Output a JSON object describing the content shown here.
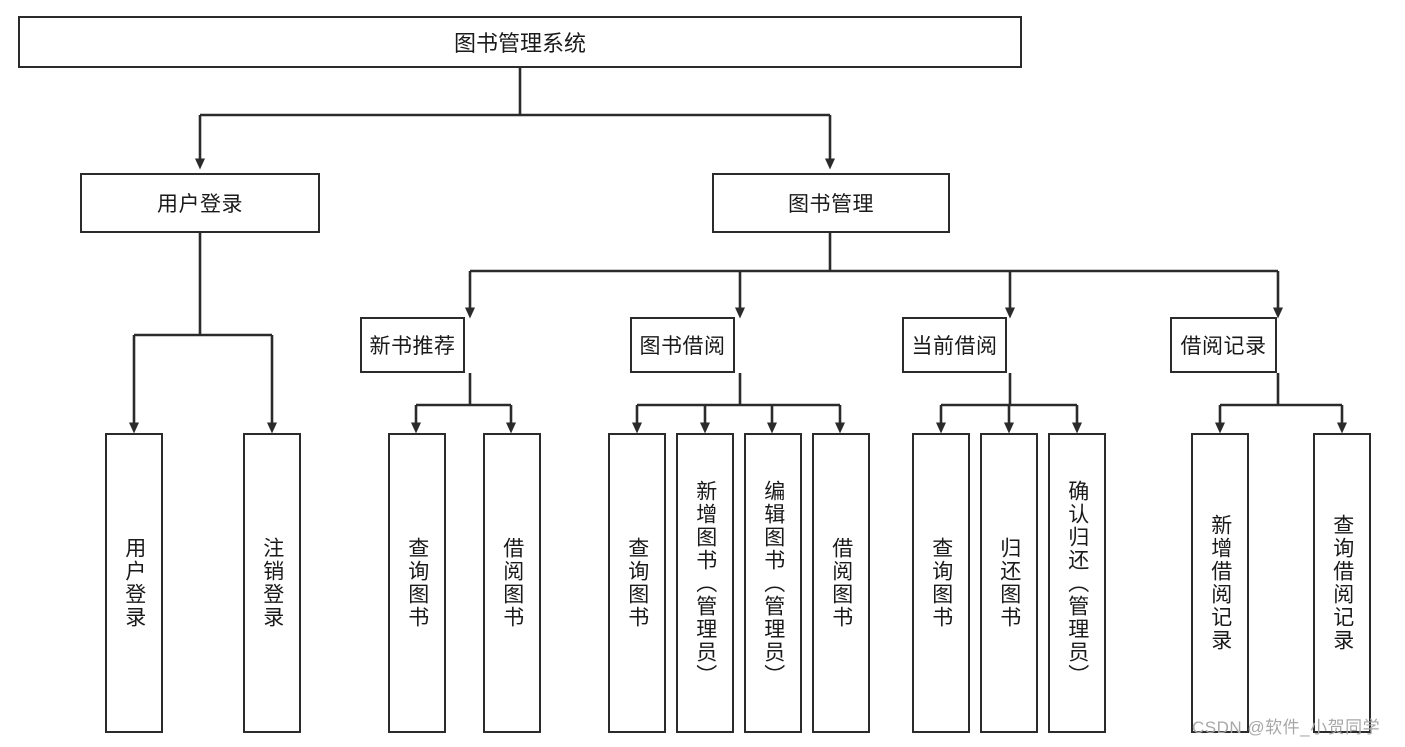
{
  "diagram": {
    "title": "图书管理系统",
    "type": "tree-hierarchy-diagram",
    "colors": {
      "box_border": "#2b2b2b",
      "box_fill": "#ffffff",
      "connector": "#2b2b2b",
      "text": "#1a1a1a",
      "watermark": "#a8a8a8",
      "background": "#ffffff"
    },
    "root": {
      "label": "图书管理系统"
    },
    "level2": [
      {
        "id": "user-login",
        "label": "用户登录"
      },
      {
        "id": "book-management",
        "label": "图书管理"
      }
    ],
    "level3": [
      {
        "id": "new-book-recommend",
        "label": "新书推荐"
      },
      {
        "id": "book-borrow",
        "label": "图书借阅"
      },
      {
        "id": "current-borrow",
        "label": "当前借阅"
      },
      {
        "id": "borrow-record",
        "label": "借阅记录"
      }
    ],
    "leaves": {
      "user_login": [
        {
          "id": "leaf-user-login",
          "label": "用户登录"
        },
        {
          "id": "leaf-logout",
          "label": "注销登录"
        }
      ],
      "new_book_recommend": [
        {
          "id": "leaf-query-book-1",
          "label": "查询图书"
        },
        {
          "id": "leaf-borrow-book-1",
          "label": "借阅图书"
        }
      ],
      "book_borrow": [
        {
          "id": "leaf-query-book-2",
          "label": "查询图书"
        },
        {
          "id": "leaf-add-book",
          "label": "新增图书（管理员）"
        },
        {
          "id": "leaf-edit-book",
          "label": "编辑图书（管理员）"
        },
        {
          "id": "leaf-borrow-book-2",
          "label": "借阅图书"
        }
      ],
      "current_borrow": [
        {
          "id": "leaf-query-book-3",
          "label": "查询图书"
        },
        {
          "id": "leaf-return-book",
          "label": "归还图书"
        },
        {
          "id": "leaf-confirm-return",
          "label": "确认归还（管理员）"
        }
      ],
      "borrow_record": [
        {
          "id": "leaf-add-record",
          "label": "新增借阅记录"
        },
        {
          "id": "leaf-query-record",
          "label": "查询借阅记录"
        }
      ]
    }
  },
  "watermark": {
    "text": "CSDN @软件_小贺同学"
  }
}
